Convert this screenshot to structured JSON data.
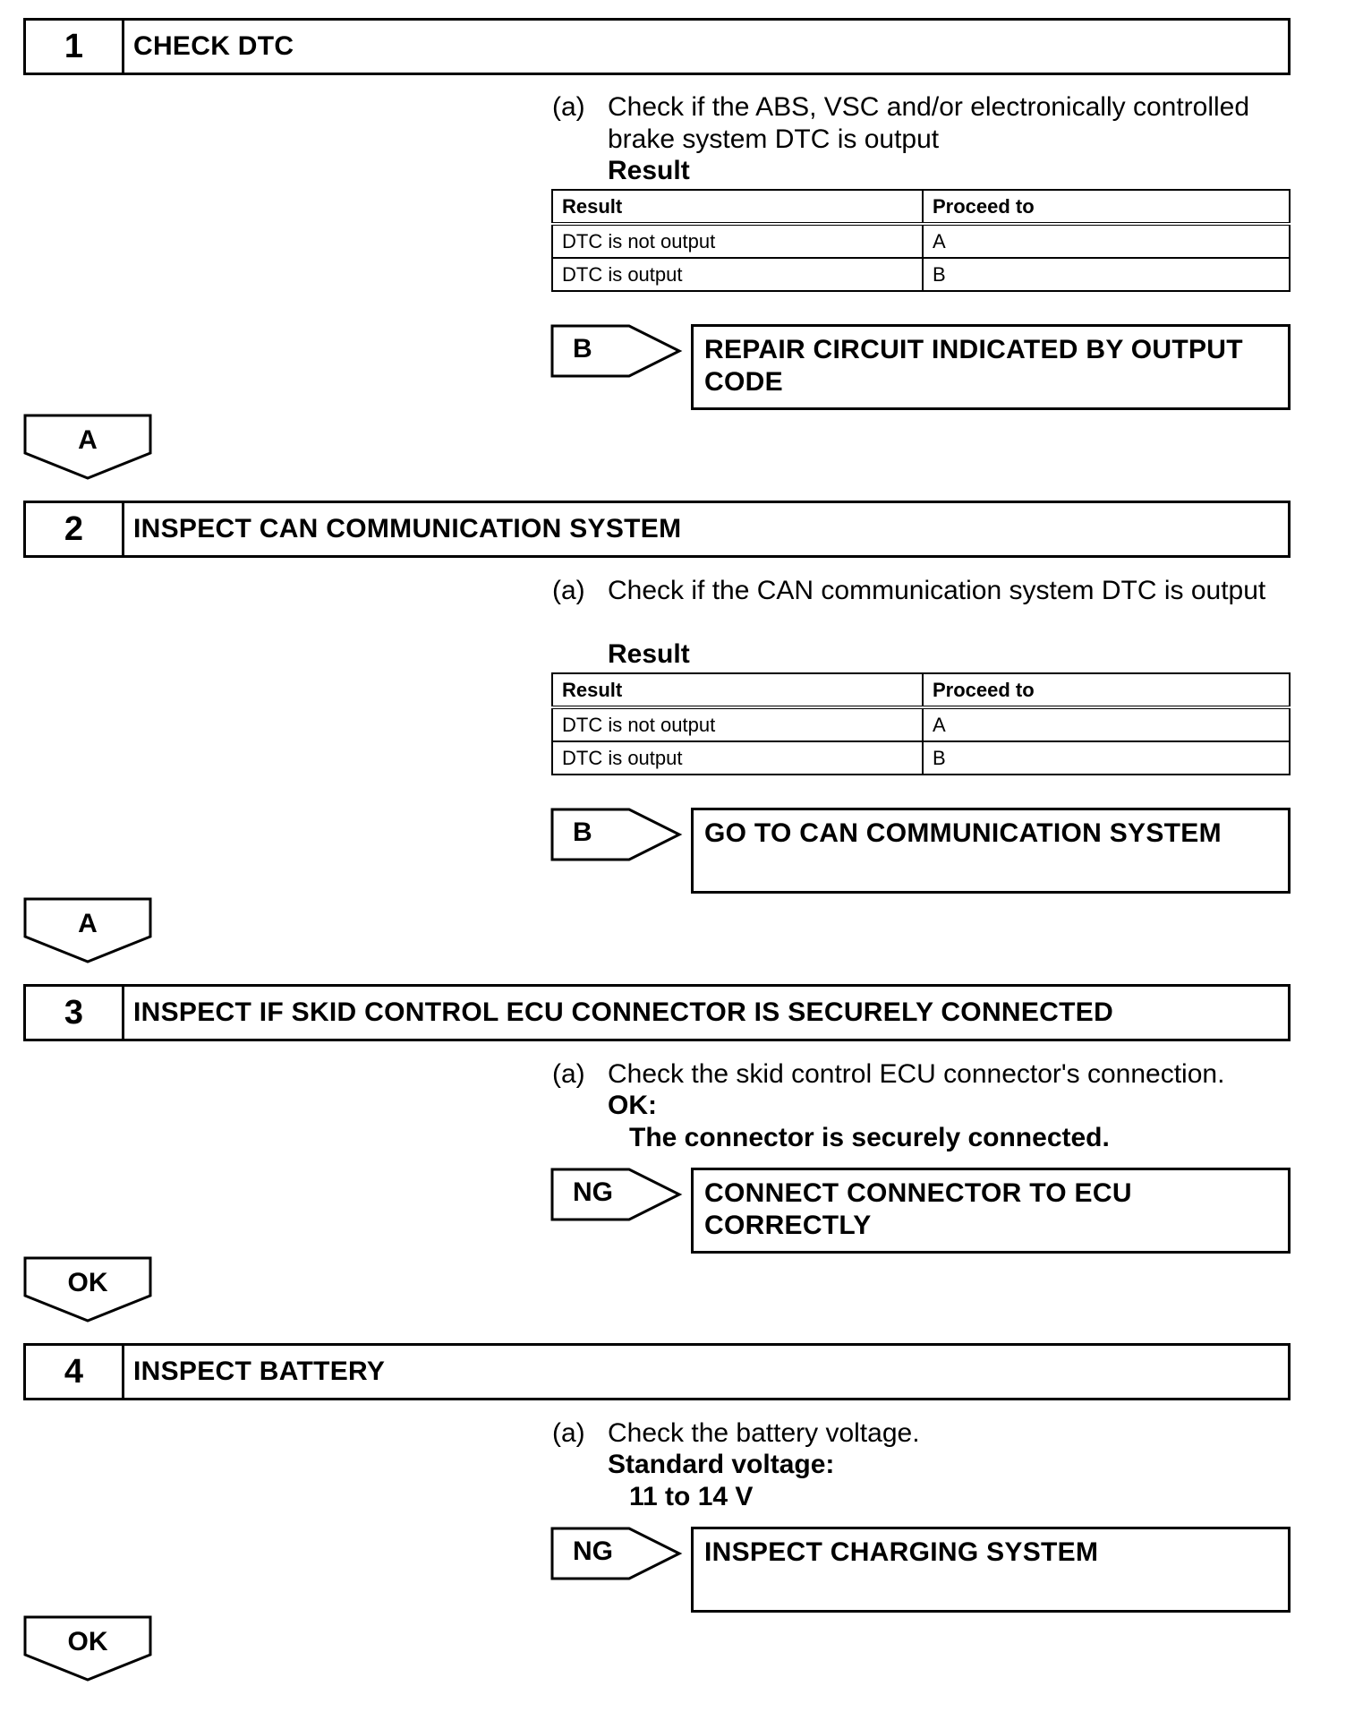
{
  "steps": [
    {
      "number": "1",
      "title": "CHECK DTC",
      "instruction_marker": "(a)",
      "instruction": "Check if the ABS, VSC and/or electronically controlled brake system DTC is output",
      "result_label": "Result",
      "table": {
        "headers": [
          "Result",
          "Proceed to"
        ],
        "rows": [
          [
            "DTC is not output",
            "A"
          ],
          [
            "DTC is output",
            "B"
          ]
        ]
      },
      "branch_label": "B",
      "action": "REPAIR CIRCUIT INDICATED BY OUTPUT CODE",
      "continue_label": "A"
    },
    {
      "number": "2",
      "title": "INSPECT CAN COMMUNICATION SYSTEM",
      "instruction_marker": "(a)",
      "instruction": "Check if the CAN communication system DTC is output",
      "result_label": "Result",
      "table": {
        "headers": [
          "Result",
          "Proceed to"
        ],
        "rows": [
          [
            "DTC is not output",
            "A"
          ],
          [
            "DTC is output",
            "B"
          ]
        ]
      },
      "branch_label": "B",
      "action": "GO TO CAN COMMUNICATION SYSTEM",
      "continue_label": "A"
    },
    {
      "number": "3",
      "title": "INSPECT IF SKID CONTROL ECU CONNECTOR IS SECURELY CONNECTED",
      "instruction_marker": "(a)",
      "instruction": "Check the skid control ECU connector's connection.",
      "spec_label": "OK:",
      "spec_value": "The connector is securely connected.",
      "branch_label": "NG",
      "action": "CONNECT CONNECTOR TO ECU CORRECTLY",
      "continue_label": "OK"
    },
    {
      "number": "4",
      "title": "INSPECT BATTERY",
      "instruction_marker": "(a)",
      "instruction": "Check the battery voltage.",
      "spec_label": "Standard voltage:",
      "spec_value": "11 to 14 V",
      "branch_label": "NG",
      "action": "INSPECT CHARGING SYSTEM",
      "continue_label": "OK"
    }
  ]
}
